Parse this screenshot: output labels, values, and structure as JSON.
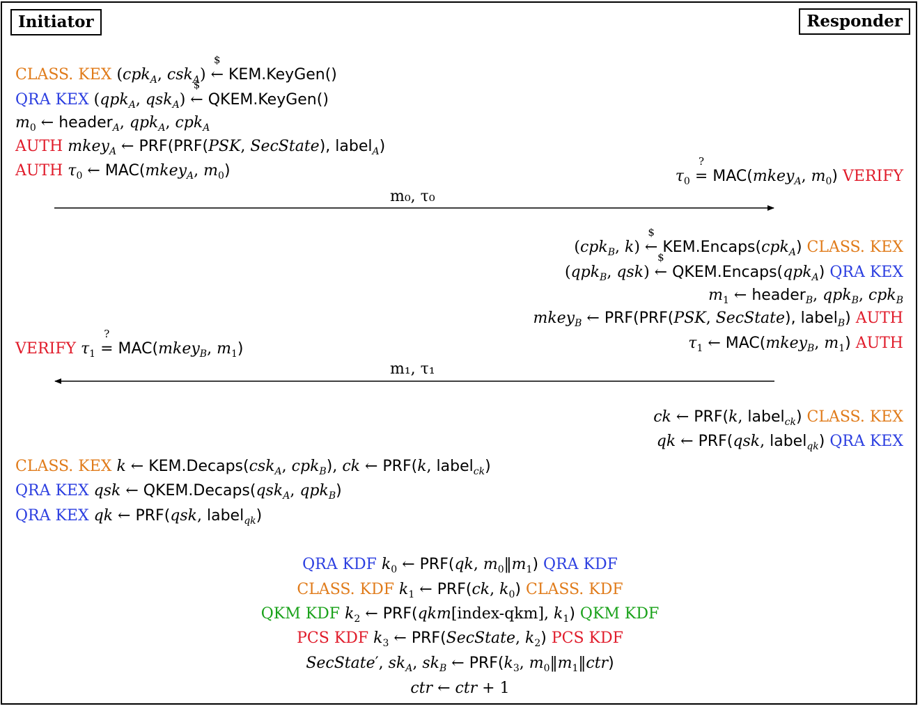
{
  "parties": {
    "initiator": "Initiator",
    "responder": "Responder"
  },
  "tags": {
    "class_kex": "CLASS. KEX",
    "qra_kex": "QRA KEX",
    "auth": "AUTH",
    "verify": "VERIFY",
    "qra_kdf": "QRA KDF",
    "class_kdf": "CLASS. KDF",
    "qkm_kdf": "QKM KDF",
    "pcs_kdf": "PCS KDF"
  },
  "symbols": {
    "sample": "$",
    "question": "?",
    "left_arrow": "←",
    "eq": "="
  },
  "arrows": [
    {
      "label": "m₀, τ₀",
      "direction": "right"
    },
    {
      "label": "m₁, τ₁",
      "direction": "left"
    }
  ],
  "colors": {
    "class": "#e07b1a",
    "qra": "#2c3fe0",
    "auth": "#e01b2a",
    "qkm": "#1aa21a",
    "pcs": "#e01b2a"
  }
}
